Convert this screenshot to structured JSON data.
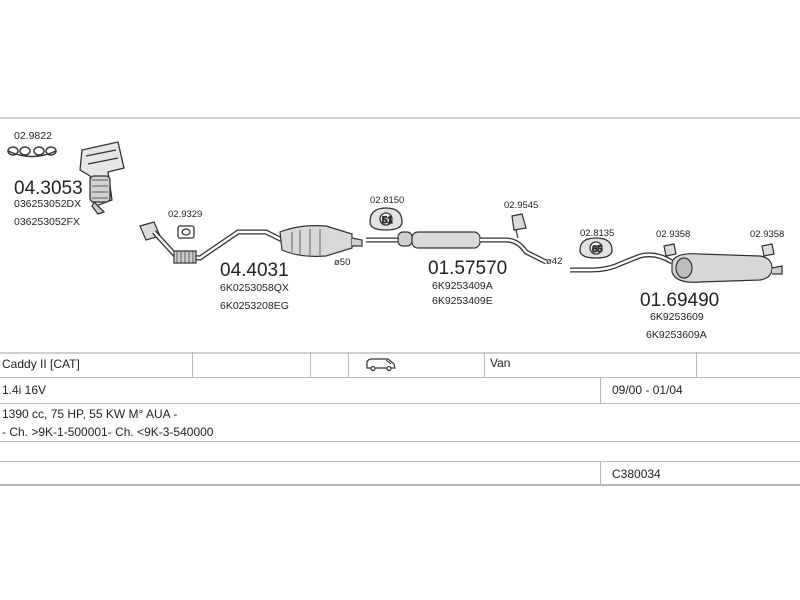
{
  "parts": [
    {
      "id": "gasket-set",
      "number": "02.9822"
    },
    {
      "id": "manifold-cat",
      "number": "04.3053",
      "oe": [
        "036253052DX",
        "036253052FX"
      ]
    },
    {
      "id": "gasket-front",
      "number": "02.9329"
    },
    {
      "id": "front-pipe-cat",
      "number": "04.4031",
      "oe": [
        "6K0253058QX",
        "6K0253208EG"
      ]
    },
    {
      "id": "clamp-50",
      "label": "ø50"
    },
    {
      "id": "hanger-mid",
      "number": "02.8150"
    },
    {
      "id": "hanger-mid-small",
      "number": "02.9545"
    },
    {
      "id": "middle-silencer",
      "number": "01.57570",
      "oe": [
        "6K9253409A",
        "6K9253409E"
      ]
    },
    {
      "id": "clamp-42",
      "label": "ø42"
    },
    {
      "id": "hanger-rear",
      "number": "02.8135"
    },
    {
      "id": "hanger-rear-a",
      "number": "02.9358"
    },
    {
      "id": "hanger-rear-b",
      "number": "02.9358"
    },
    {
      "id": "rear-silencer",
      "number": "01.69490",
      "oe": [
        "6K9253609",
        "6K9253609A"
      ]
    }
  ],
  "hanger_digits": {
    "mid": "51",
    "rear": "65"
  },
  "vehicle": {
    "model": "Caddy II  [CAT]",
    "body": "Van",
    "engine": "1.4i 16V",
    "years": "09/00 - 01/04",
    "spec": "1390 cc, 75 HP, 55 KW M° AUA -",
    "chassis": "- Ch. >9K-1-500001- Ch. <9K-3-540000",
    "code": "C380034"
  }
}
